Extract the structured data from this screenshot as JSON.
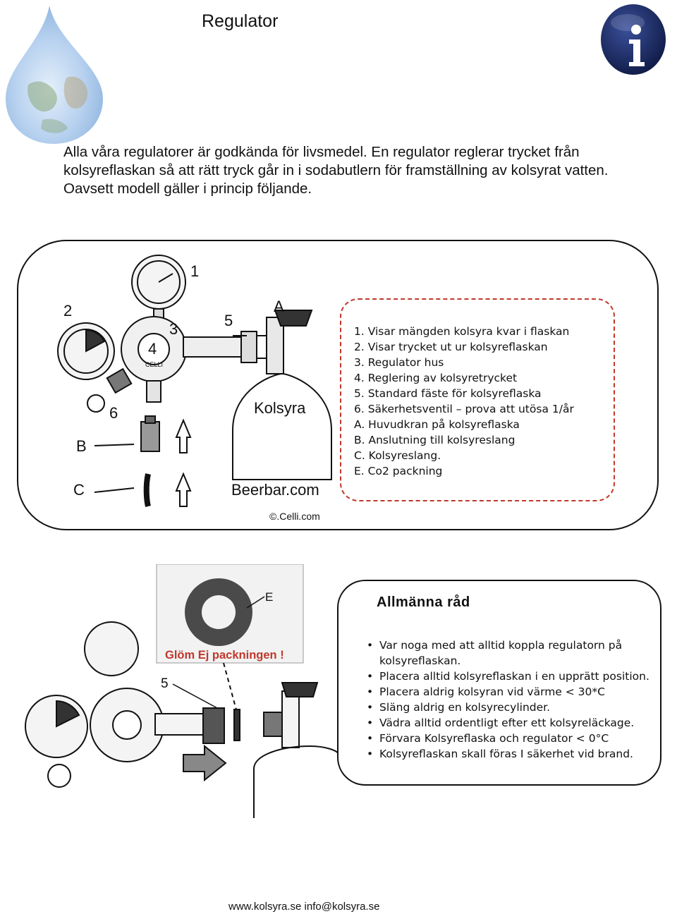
{
  "header": {
    "title": "Regulator"
  },
  "intro": {
    "text": "Alla våra regulatorer är godkända för livsmedel. En regulator reglerar trycket från kolsyreflaskan så att rätt tryck går in i sodabutlern för framställning av kolsyrat vatten. Oavsett modell gäller i princip följande."
  },
  "diagram": {
    "labels": {
      "n1": "1",
      "n2": "2",
      "n3": "3",
      "n4": "4",
      "n5": "5",
      "n6": "6",
      "a": "A",
      "b": "B",
      "c": "C"
    },
    "bottle_text": "Kolsyra",
    "brand_text": "Beerbar.com",
    "gauge_brand": "CELLI",
    "legend": [
      "1. Visar mängden kolsyra kvar i flaskan",
      "2. Visar trycket ut ur kolsyreflaskan",
      "3. Regulator hus",
      "4. Reglering av kolsyretrycket",
      "5. Standard fäste för kolsyreflaska",
      "6. Säkerhetsventil – prova att utösa 1/år",
      "A. Huvudkran på  kolsyreflaska",
      "B. Anslutning till kolsyreslang",
      "C. Kolsyreslang.",
      "E. Co2 packning"
    ],
    "copyright": "©.Celli.com"
  },
  "packing": {
    "label_e": "E",
    "label_5": "5",
    "remember": "Glöm Ej packningen !"
  },
  "advice": {
    "title": "Allmänna råd",
    "items": [
      "Var noga med att alltid koppla regulatorn på kolsyreflaskan.",
      "Placera alltid kolsyreflaskan i en upprätt position.",
      "Placera aldrig kolsyran vid värme < 30*C",
      "Släng aldrig en kolsyrecylinder.",
      "Vädra alltid ordentligt efter ett kolsyreläckage.",
      "Förvara Kolsyreflaska och regulator < 0°C",
      "Kolsyreflaskan skall föras I säkerhet vid brand."
    ]
  },
  "footer": {
    "text": "www.kolsyra.se  info@kolsyra.se"
  },
  "colors": {
    "accent_red": "#c0392b",
    "info_blue": "#1f2f6b"
  },
  "icons": {
    "logo": "water-drop-globe-icon",
    "info": "info-icon"
  }
}
